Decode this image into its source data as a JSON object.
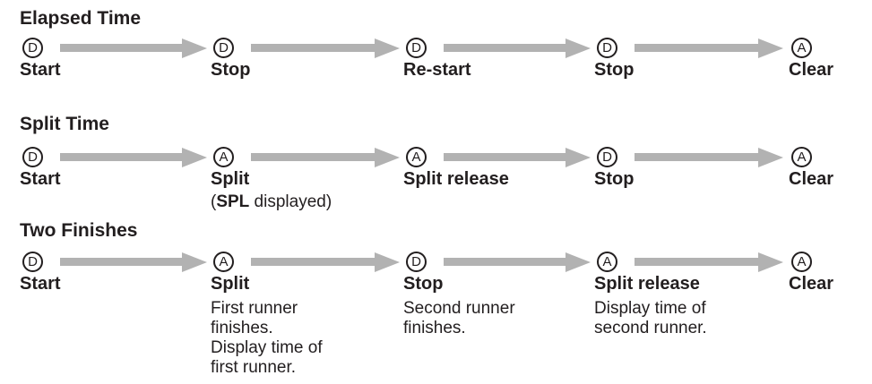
{
  "colors": {
    "text": "#221e1f",
    "arrow": "#b2b2b2",
    "background": "#ffffff"
  },
  "rows": [
    {
      "title": "Elapsed Time",
      "steps": [
        {
          "button": "D",
          "label": "Start"
        },
        {
          "button": "D",
          "label": "Stop"
        },
        {
          "button": "D",
          "label": "Re-start"
        },
        {
          "button": "D",
          "label": "Stop"
        },
        {
          "button": "A",
          "label": "Clear"
        }
      ]
    },
    {
      "title": "Split Time",
      "steps": [
        {
          "button": "D",
          "label": "Start"
        },
        {
          "button": "A",
          "label": "Split",
          "note": {
            "open": "(",
            "bold": "SPL",
            "rest": " displayed)"
          }
        },
        {
          "button": "A",
          "label": "Split release"
        },
        {
          "button": "D",
          "label": "Stop"
        },
        {
          "button": "A",
          "label": "Clear"
        }
      ]
    },
    {
      "title": "Two Finishes",
      "steps": [
        {
          "button": "D",
          "label": "Start"
        },
        {
          "button": "A",
          "label": "Split",
          "desc": [
            "First runner",
            "finishes.",
            "Display time of",
            "first runner."
          ]
        },
        {
          "button": "D",
          "label": "Stop",
          "desc": [
            "Second runner",
            "finishes."
          ]
        },
        {
          "button": "A",
          "label": "Split release",
          "desc": [
            "Display time of",
            "second runner."
          ]
        },
        {
          "button": "A",
          "label": "Clear"
        }
      ]
    }
  ]
}
